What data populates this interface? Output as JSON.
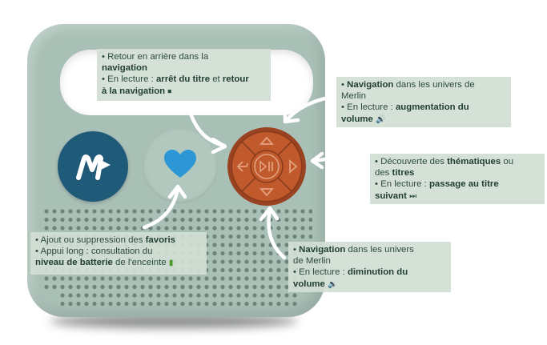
{
  "device": {
    "merlin_button_label": "Merlin",
    "heart_button_label": "favoris",
    "dpad": {
      "up": "haut",
      "down": "bas",
      "left": "retour",
      "right": "suivant",
      "center": "lecture / pause"
    }
  },
  "callouts": {
    "back": {
      "l1_a": "• Retour en arrière dans la",
      "l2_b": "navigation",
      "l3_a": "• En lecture : ",
      "l3_b": "arrêt du titre",
      "l3_c": " et ",
      "l3_d": "retour",
      "l4_b": "à la navigation",
      "icon": "stop-icon"
    },
    "up": {
      "l1_a": "• ",
      "l1_b": "Navigation",
      "l1_c": " dans les univers de",
      "l2_a": "Merlin",
      "l3_a": "• En lecture : ",
      "l3_b": "augmentation du",
      "l4_b": "volume",
      "icon": "volume-up-icon"
    },
    "right": {
      "l1_a": "• Découverte des ",
      "l1_b": "thématiques",
      "l1_c": " ou",
      "l2_a": "des ",
      "l2_b": "titres",
      "l3_a": "• En lecture : ",
      "l3_b": "passage au titre",
      "l4_b": "suivant",
      "icon": "next-track-icon"
    },
    "down": {
      "l1_a": "• ",
      "l1_b": "Navigation",
      "l1_c": " dans les univers",
      "l2_a": "de Merlin",
      "l3_a": "• En lecture : ",
      "l3_b": "diminution du",
      "l4_b": "volume",
      "icon": "volume-down-icon"
    },
    "heart": {
      "l1_a": "• Ajout ou suppression des ",
      "l1_b": "favoris",
      "l2_a": "• Appui long : consultation du",
      "l3_b": "niveau de batterie",
      "l3_c": " de l'enceinte",
      "icon": "battery-icon"
    }
  },
  "colors": {
    "body": "#a9c0b6",
    "merlin_button": "#1f5a78",
    "heart": "#2d96d4",
    "dpad": "#b5532a",
    "label_bg": "#d1ded4",
    "label_text": "#2c4a3e"
  }
}
